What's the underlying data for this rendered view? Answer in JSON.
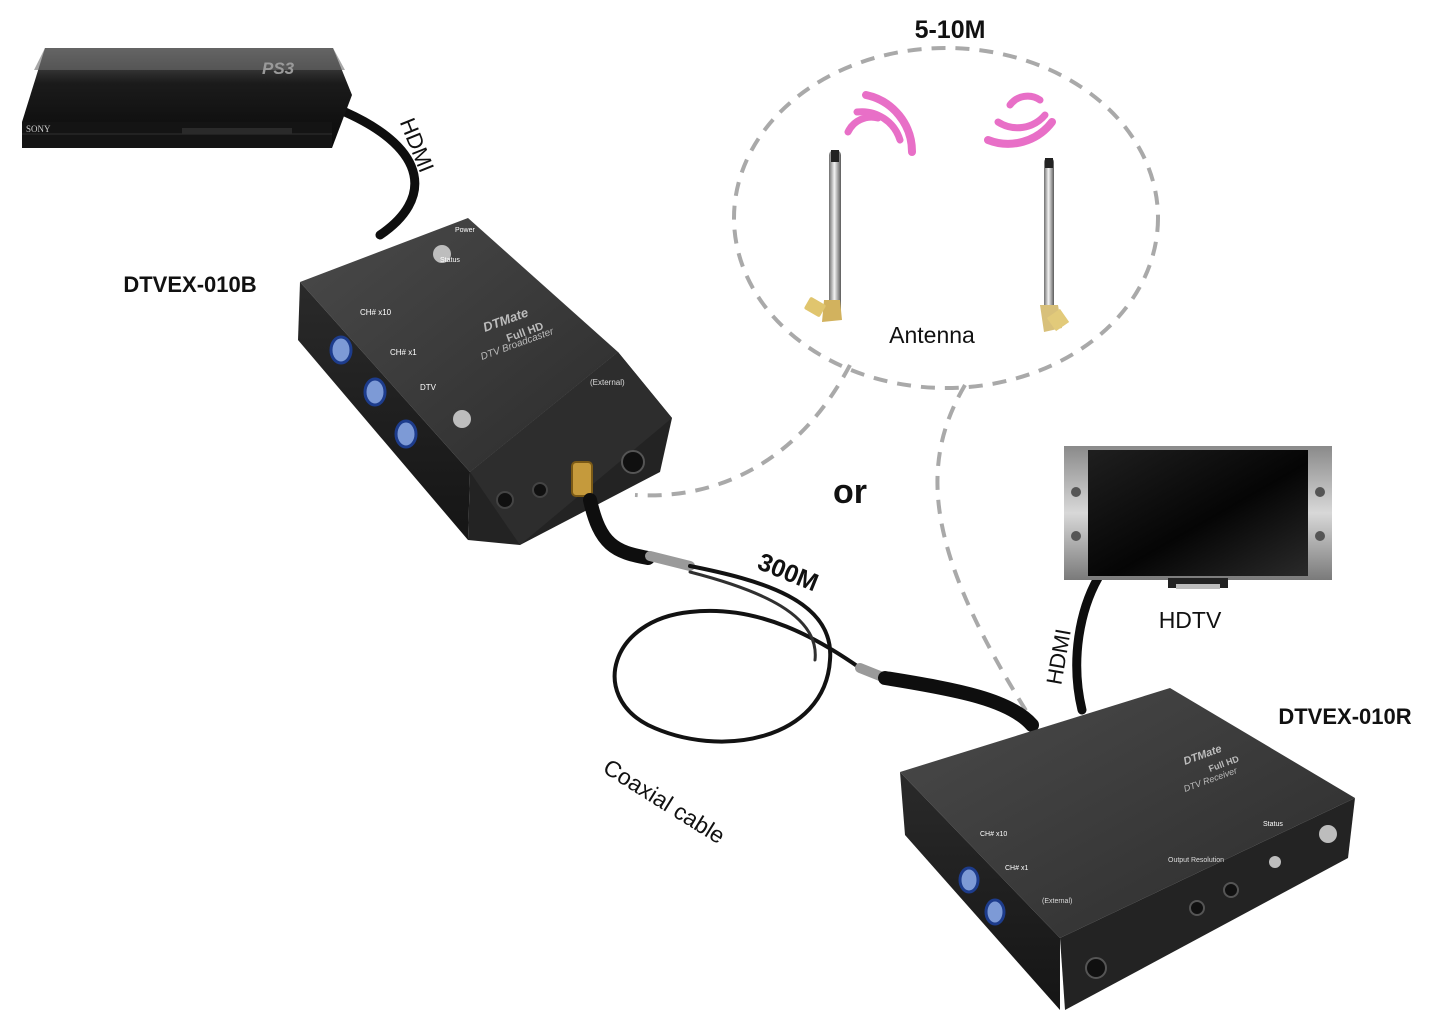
{
  "title": "5-10M",
  "labels": {
    "connection_or": "or",
    "distance_cable": "300M",
    "cable": "Coaxial cable",
    "antenna": "Antenna",
    "hdtv": "HDTV",
    "hdmi_top": "HDMI",
    "hdmi_bottom": "HDMI"
  },
  "devices": {
    "broadcaster": {
      "model": "DTVEX-010B",
      "brand": "DTMate",
      "subtitle": "Full HD",
      "product": "DTV Broadcaster",
      "port_external": "(External)",
      "status": "Status",
      "power": "Power",
      "ch_a": "CH# x10",
      "ch_b": "CH# x1",
      "dtv": "DTV"
    },
    "receiver": {
      "model": "DTVEX-010R",
      "brand": "DTMate",
      "subtitle": "Full HD",
      "product": "DTV Receiver",
      "status": "Status",
      "output_resolution": "Output Resolution",
      "port_external": "(External)",
      "ch_a": "CH# x10",
      "ch_b": "CH# x1"
    },
    "source": {
      "brand": "SONY",
      "logo": "PS3"
    }
  },
  "colors": {
    "device_body": "#3a3a3a",
    "cable": "#0e0e0e",
    "dashed": "#aaaaaa",
    "signal_waves": "#e86fc7",
    "knob": "#3b6fd9"
  },
  "icons": [
    "ps3-console-icon",
    "broadcaster-box-icon",
    "receiver-box-icon",
    "antenna-icon",
    "tv-icon",
    "coaxial-cable-icon",
    "signal-wave-icon"
  ]
}
